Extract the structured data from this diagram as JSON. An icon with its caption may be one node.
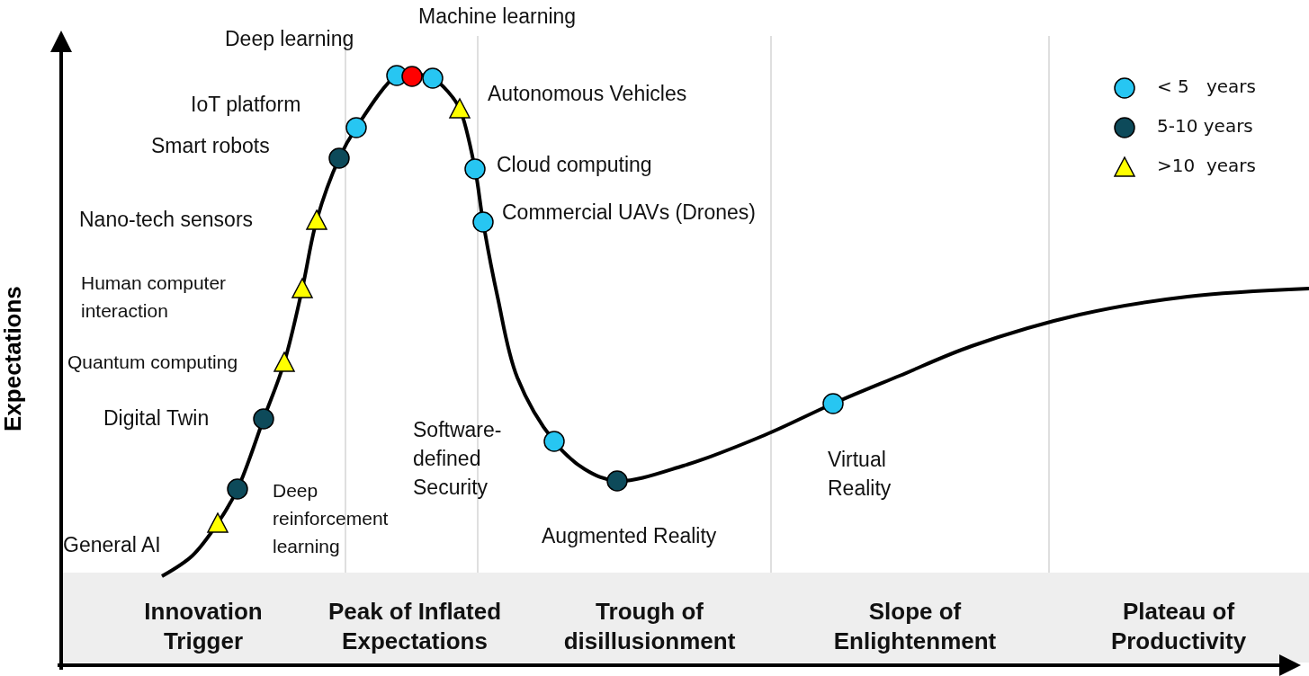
{
  "diagram": {
    "nodes": [
      {
        "text": [],
        "shape": "triangle",
        "beside": [
          "General AI"
        ]
      },
      {
        "text": [],
        "shape": "circle",
        "beside": [
          "Deep reinforcement learning"
        ]
      },
      {
        "text": [],
        "shape": "circle",
        "beside": [
          "Digital Twin"
        ]
      },
      {
        "text": [],
        "shape": "triangle",
        "beside": [
          "Quantum computing"
        ]
      },
      {
        "text": [],
        "shape": "triangle",
        "beside": [
          "Human computer interaction"
        ]
      },
      {
        "text": [],
        "shape": "triangle",
        "beside": [
          "Nano-tech sensors"
        ]
      },
      {
        "text": [],
        "shape": "circle",
        "beside": [
          "Smart robots"
        ]
      },
      {
        "text": [],
        "shape": "circle",
        "beside": [
          "IoT platform"
        ]
      },
      {
        "text": [],
        "shape": "circle",
        "beside": [
          "Deep learning"
        ]
      },
      {
        "text": [],
        "shape": "circle",
        "beside": [
          "Machine learning"
        ]
      },
      {
        "text": [],
        "shape": "circle"
      },
      {
        "text": [],
        "shape": "triangle",
        "beside": [
          "Autonomous Vehicles"
        ]
      },
      {
        "text": [],
        "shape": "circle",
        "beside": [
          "Cloud computing"
        ]
      },
      {
        "text": [],
        "shape": "circle",
        "beside": [
          "Commercial UAVs (Drones)"
        ]
      },
      {
        "text": [],
        "shape": "circle",
        "beside": [
          "Software-defined Security"
        ]
      },
      {
        "text": [],
        "shape": "circle",
        "beside": [
          "Augmented Reality"
        ]
      },
      {
        "text": [],
        "shape": "circle",
        "beside": [
          "Virtual Reality"
        ]
      }
    ],
    "labels": [
      "Expectations",
      "Innovation Trigger",
      "Peak of Inflated Expectations",
      "Trough of disillusionment",
      "Slope of Enlightenment",
      "Plateau of Productivity"
    ],
    "legend": [
      {
        "text": "< 5   years",
        "color": "#27c6f2"
      },
      {
        "text": "5-10 years",
        "color": "#0d4a5a"
      },
      {
        "text": ">10  years",
        "color": "#ffff00"
      }
    ]
  }
}
